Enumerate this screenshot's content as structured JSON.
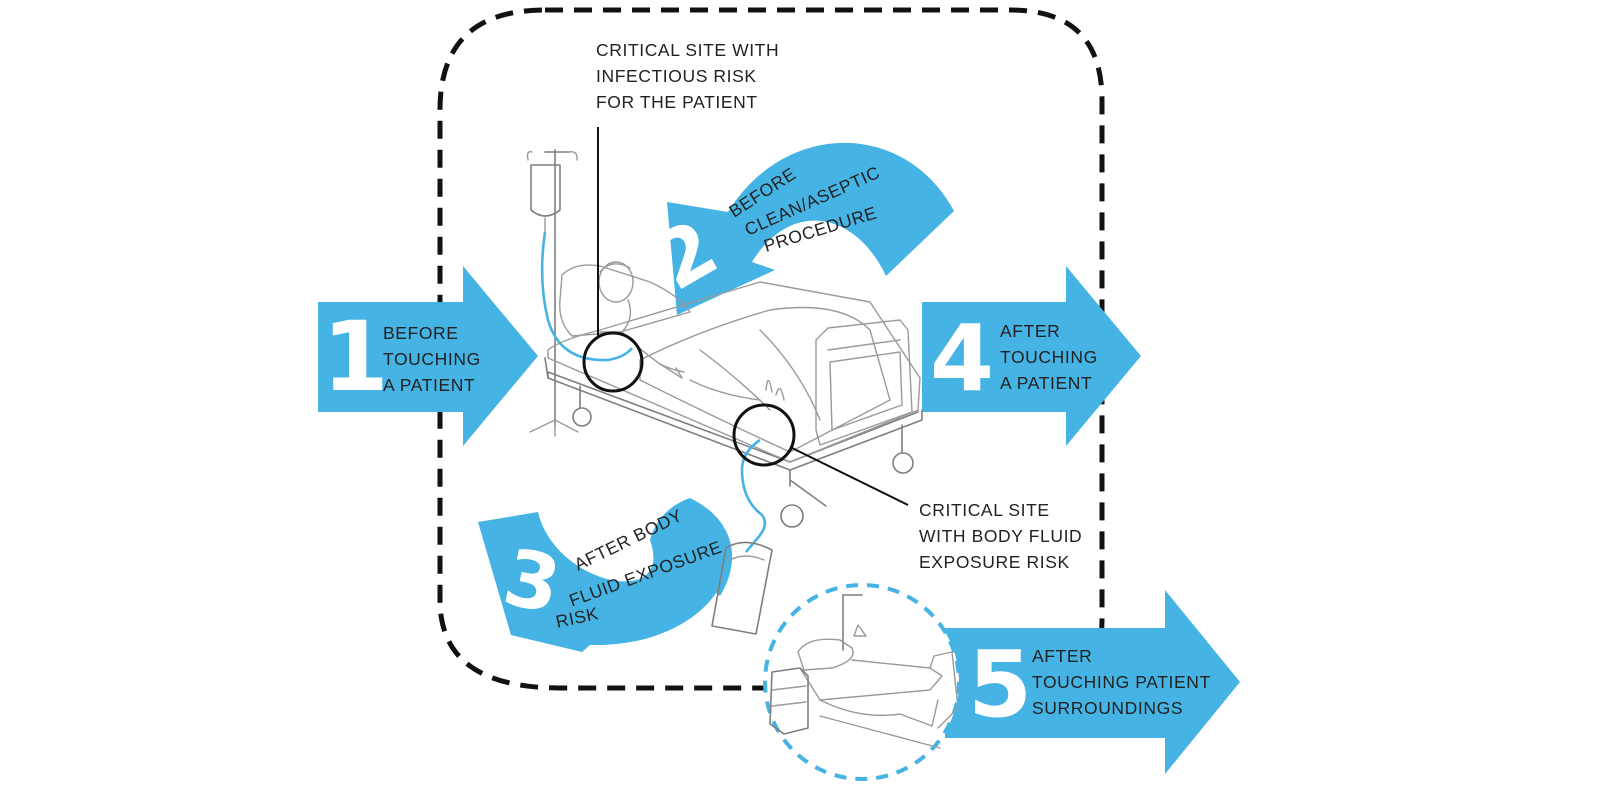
{
  "moments": [
    {
      "number": "1",
      "lines": [
        "BEFORE",
        "TOUCHING",
        "A PATIENT"
      ]
    },
    {
      "number": "2",
      "lines": [
        "BEFORE",
        "CLEAN/ASEPTIC",
        "PROCEDURE"
      ]
    },
    {
      "number": "3",
      "lines": [
        "AFTER BODY",
        "FLUID EXPOSURE",
        "RISK"
      ]
    },
    {
      "number": "4",
      "lines": [
        "AFTER",
        "TOUCHING",
        "A PATIENT"
      ]
    },
    {
      "number": "5",
      "lines": [
        "AFTER",
        "TOUCHING PATIENT",
        "SURROUNDINGS"
      ]
    }
  ],
  "callouts": {
    "infectious": [
      "CRITICAL SITE WITH",
      "INFECTIOUS RISK",
      "FOR THE PATIENT"
    ],
    "body_fluid": [
      "CRITICAL SITE",
      "WITH BODY FLUID",
      "EXPOSURE RISK"
    ]
  },
  "colors": {
    "accent": "#45b3e3",
    "line": "#111111",
    "sketch": "#9a9a9a"
  },
  "icons": [
    "iv-drip-icon",
    "patient-bed-icon",
    "urine-bag-icon",
    "bedside-table-icon"
  ]
}
